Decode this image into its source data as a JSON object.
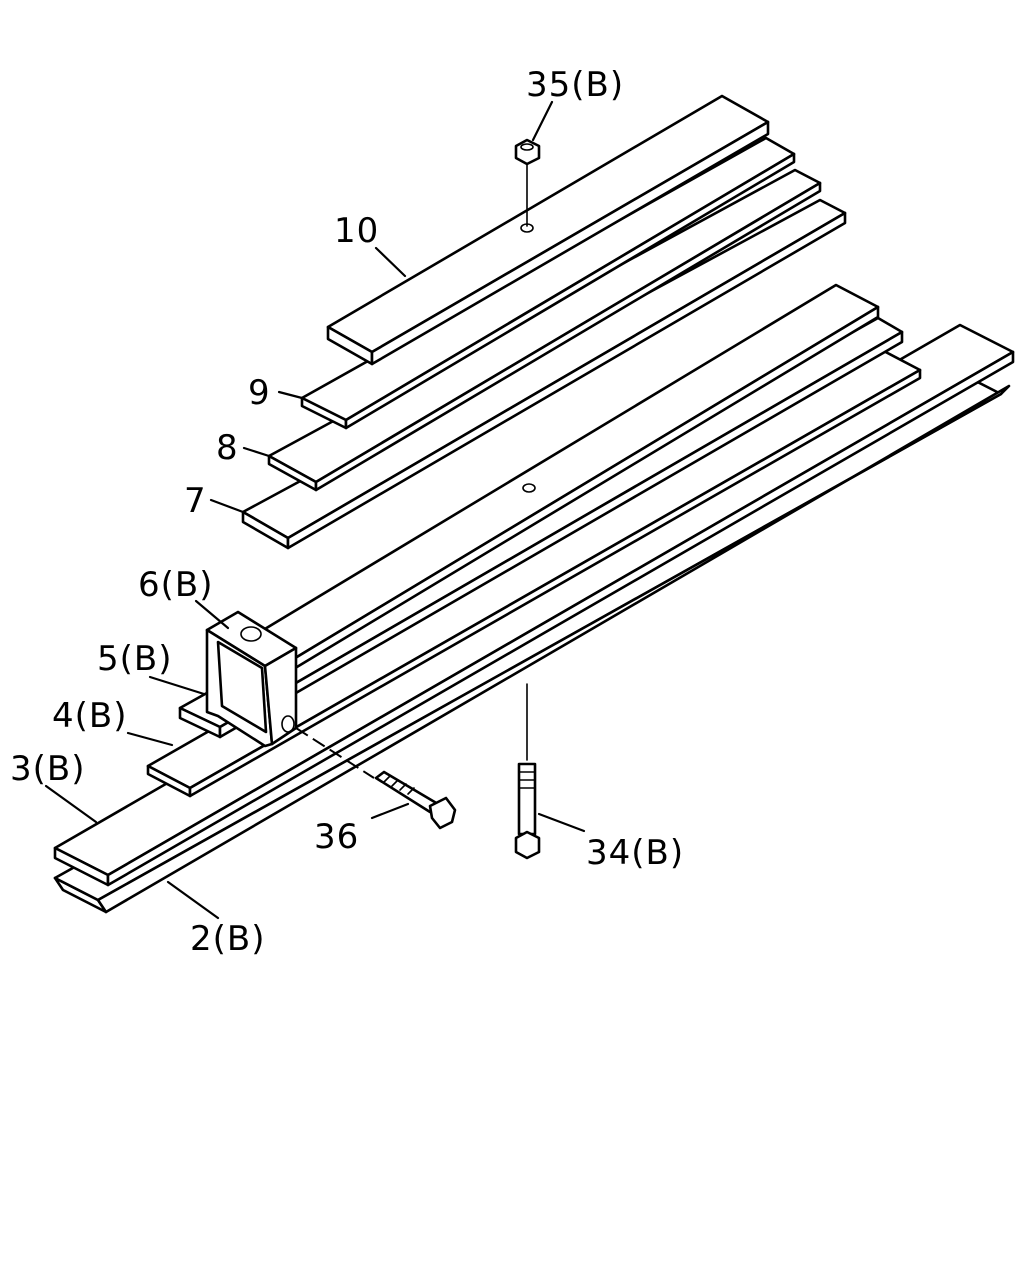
{
  "callouts": {
    "p35": "35(B)",
    "p10": "10",
    "p9": "9",
    "p8": "8",
    "p7": "7",
    "p6": "6(B)",
    "p5": "5(B)",
    "p4": "4(B)",
    "p3": "3(B)",
    "p36": "36",
    "p34": "34(B)",
    "p2": "2(B)"
  },
  "colors": {
    "line": "#000000",
    "background": "#ffffff"
  }
}
